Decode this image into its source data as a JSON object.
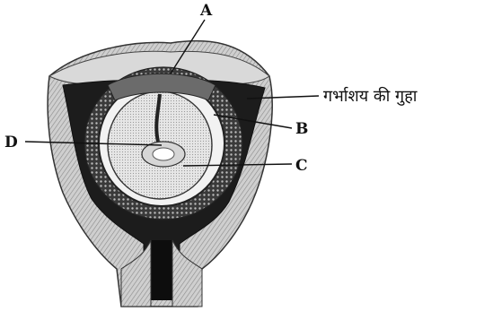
{
  "diagram": {
    "labels": {
      "A": "A",
      "B": "B",
      "C": "C",
      "D": "D",
      "uterine_cavity": "गर्भाशय की गुहा"
    }
  }
}
